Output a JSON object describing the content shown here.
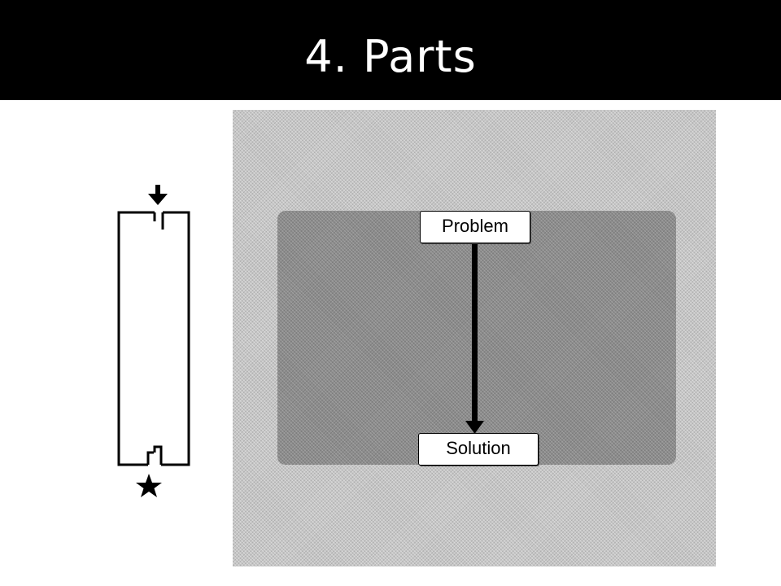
{
  "slide": {
    "title": "4. Parts"
  },
  "diagram": {
    "start_node": "Problem",
    "end_node": "Solution"
  },
  "maze": {
    "entry_icon": "down-arrow-icon",
    "goal_icon": "star-icon"
  }
}
